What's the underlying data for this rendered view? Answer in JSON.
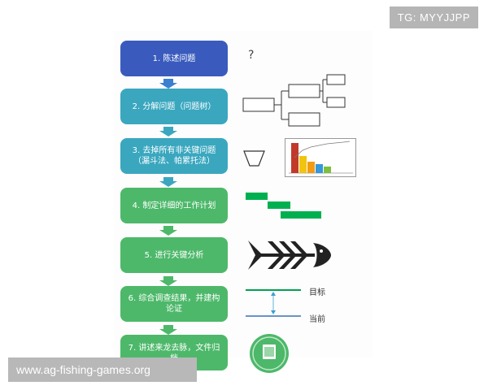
{
  "watermarks": {
    "top_right": "TG: MYYJJPP",
    "bottom_left": "www.ag-fishing-games.org"
  },
  "steps": [
    {
      "label": "1. 陈述问题",
      "color": "#3a5bbd"
    },
    {
      "label": "2. 分解问题（问题树）",
      "color": "#3aa7bf"
    },
    {
      "label": "3. 去掉所有非关键问题（漏斗法、帕累托法）",
      "color": "#3aa7bf"
    },
    {
      "label": "4. 制定详细的工作计划",
      "color": "#4db86a"
    },
    {
      "label": "5. 进行关键分析",
      "color": "#4db86a"
    },
    {
      "label": "6. 综合调查结果，并建构论证",
      "color": "#4db86a"
    },
    {
      "label": "7. 讲述来龙去脉，文件归档",
      "color": "#4db86a"
    }
  ],
  "illustrations": {
    "question_mark": "?",
    "target_label": "目标",
    "current_label": "当前"
  },
  "colors": {
    "arrow_blue": "#3a7fd0",
    "arrow_teal": "#3aa7bf",
    "arrow_green": "#4db86a",
    "gantt_green": "#00b050"
  }
}
